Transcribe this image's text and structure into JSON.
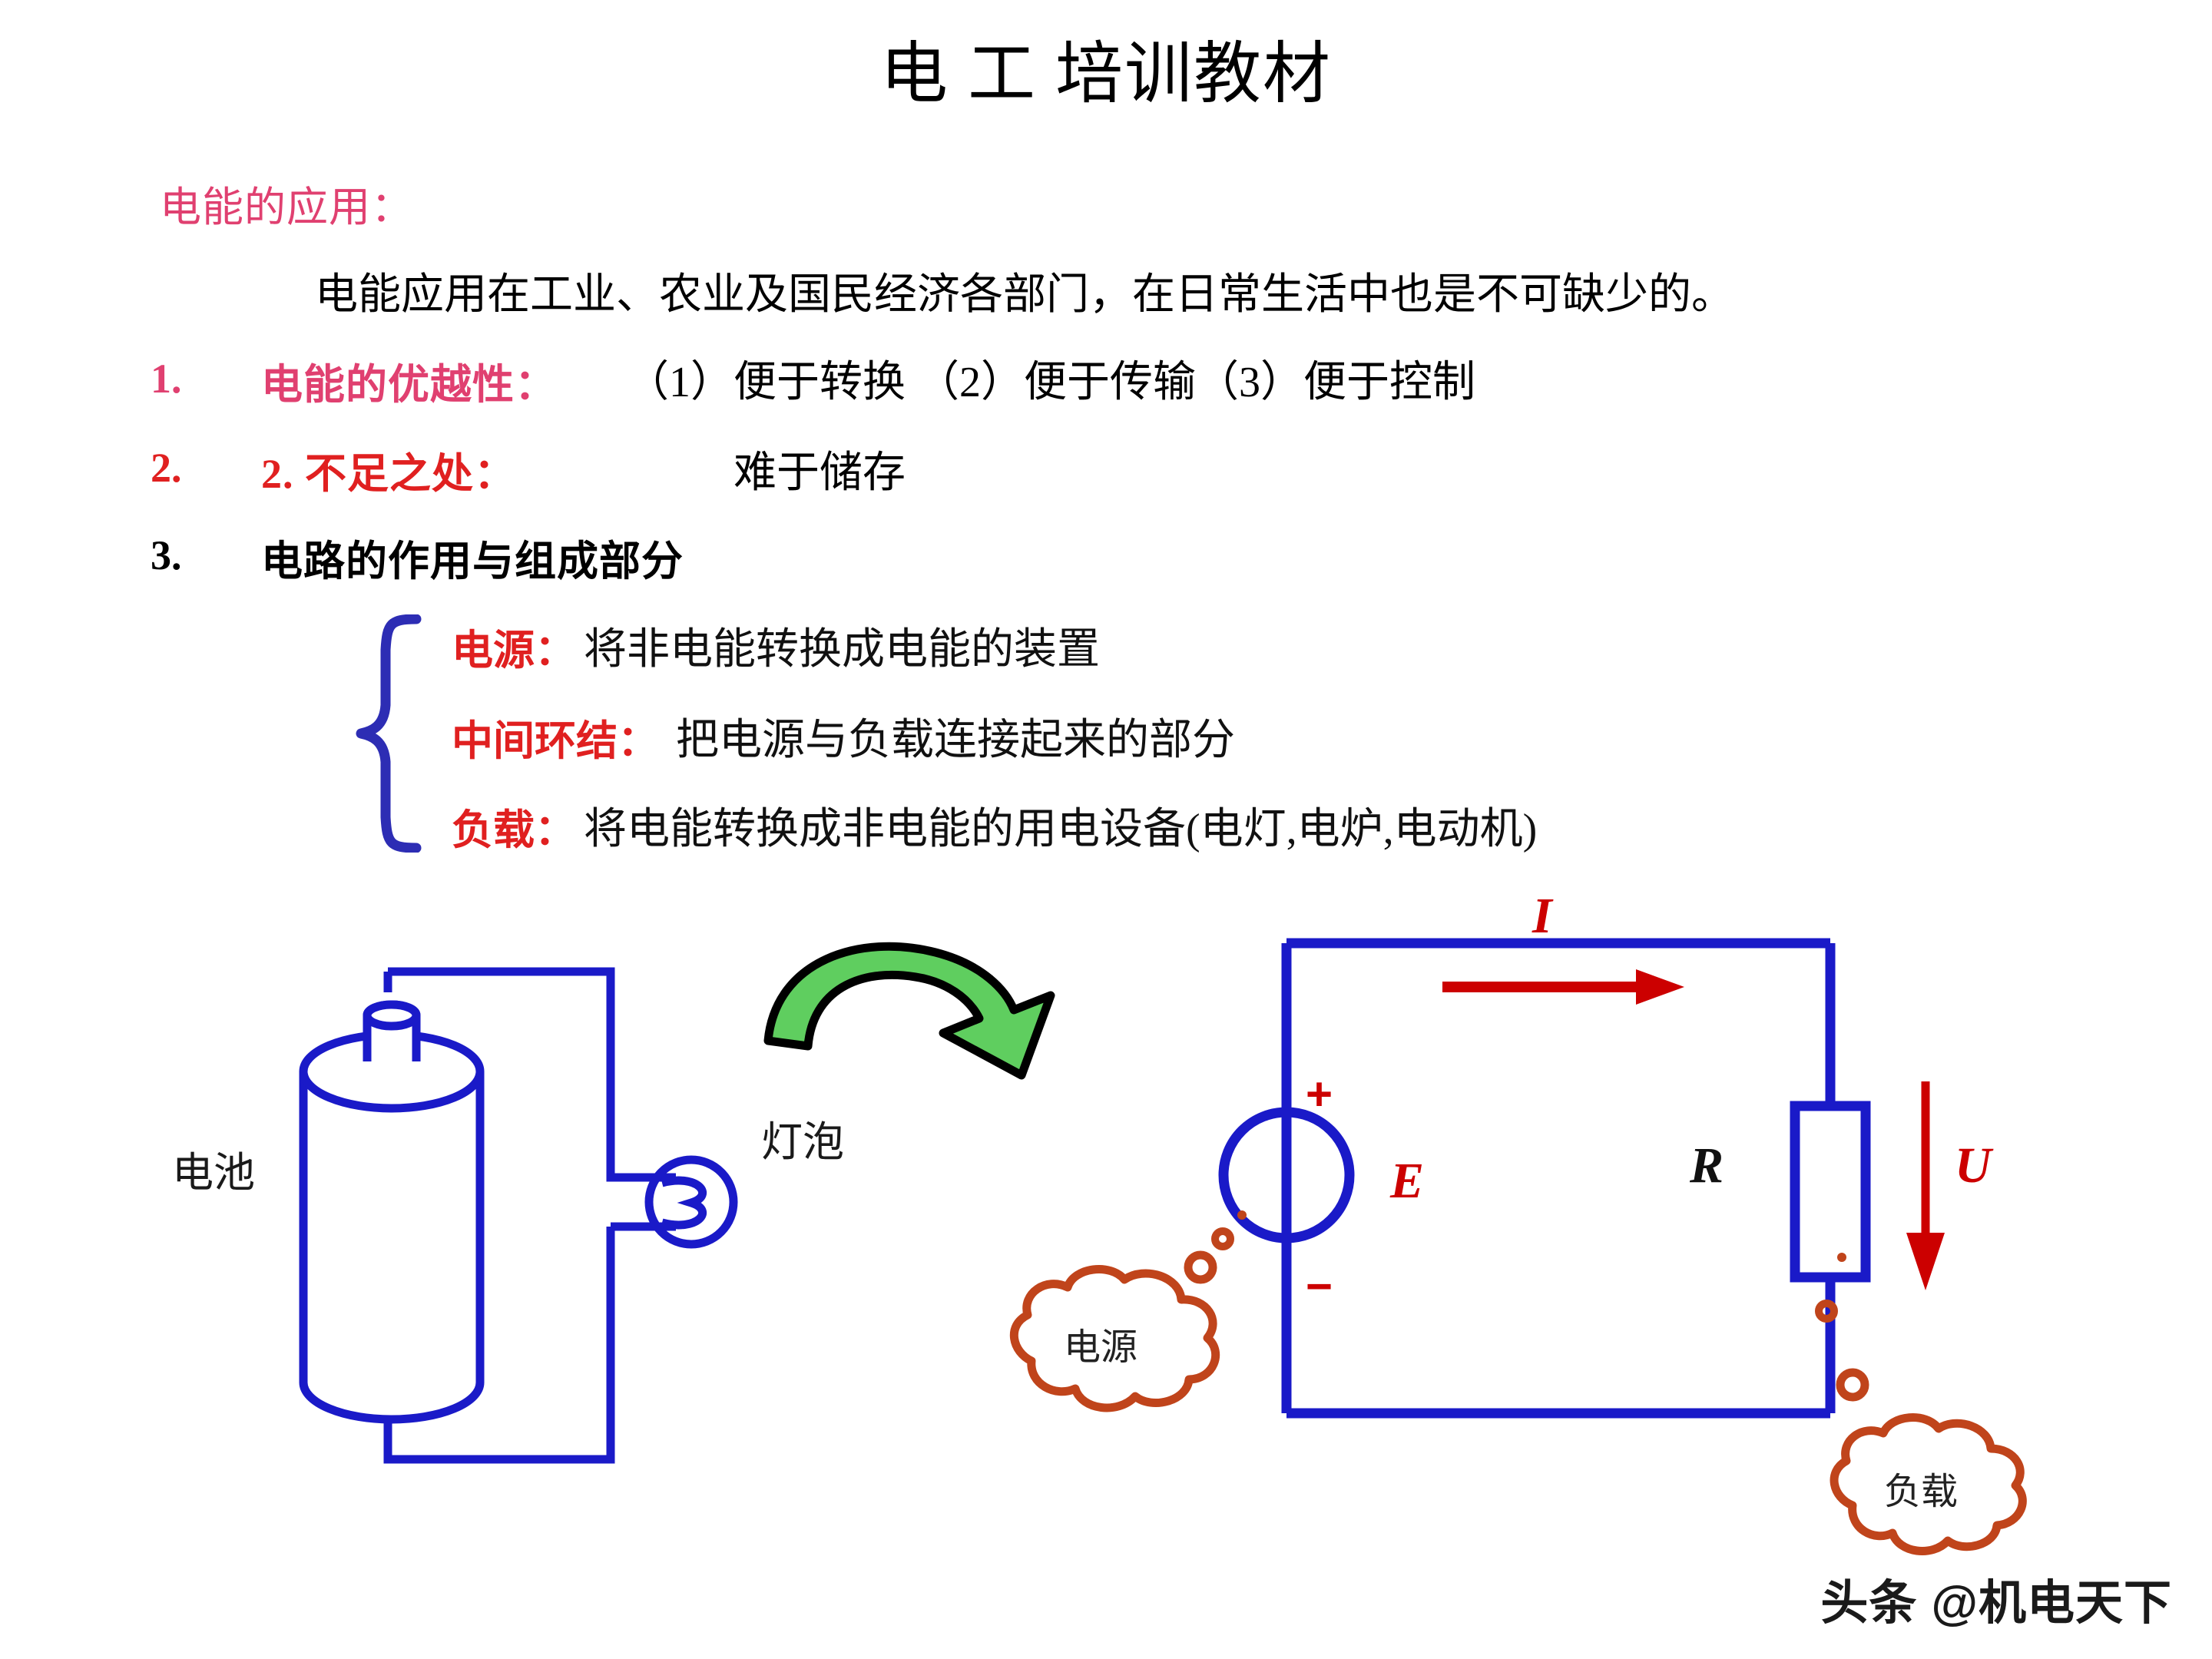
{
  "slide": {
    "title": "电 工 培训教材",
    "section_heading": "电能的应用：",
    "intro_paragraph": "电能应用在工业、农业及国民经济各部门，在日常生活中也是不可缺少的。",
    "list": [
      {
        "number": "1.",
        "label": "电能的优越性：",
        "label_color": "#e04070",
        "detail": "（1）便于转换 （2）便于传输（3）便于控制"
      },
      {
        "number": "2.",
        "label": "2. 不足之处：",
        "label_color": "#e02020",
        "detail": "难于储存"
      },
      {
        "number": "3.",
        "label": "电路的作用与组成部分",
        "label_color": "#000000",
        "detail": ""
      }
    ],
    "brace_items": [
      {
        "term": "电源：",
        "definition": "将非电能转换成电能的装置"
      },
      {
        "term": "中间环结：",
        "definition": "把电源与负载连接起来的部分"
      },
      {
        "term": "负载：",
        "definition": "将电能转换成非电能的用电设备(电灯,电炉,电动机)"
      }
    ],
    "watermark": "头条 @机电天下"
  },
  "figure_left": {
    "battery_label": "电池",
    "bulb_label": "灯泡",
    "wire_color": "#1a1ac8",
    "arrow_color": "#5fce5f",
    "arrow_outline": "#000000"
  },
  "figure_right": {
    "current_symbol": "I",
    "emf_symbol": "E",
    "resistor_symbol": "R",
    "voltage_symbol": "U",
    "plus_sign": "+",
    "minus_sign": "−",
    "cloud_source_label": "电源",
    "cloud_load_label": "负载",
    "wire_color": "#1a1ac8",
    "accent_color": "#cc0000",
    "cloud_color": "#c0441b"
  }
}
